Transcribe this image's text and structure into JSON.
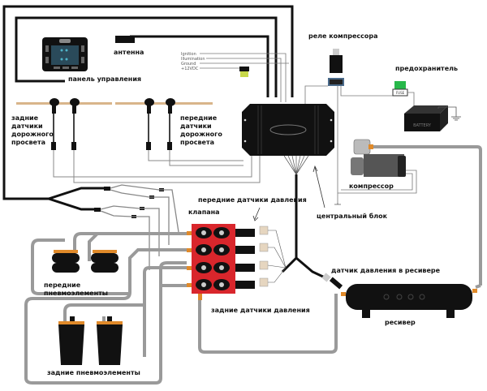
{
  "diagram": {
    "title": "Схема подключения пневмоподвески",
    "labels": {
      "control_panel": "панель управления",
      "antenna": "антенна",
      "compressor_relay": "реле компрессора",
      "fuse": "предохранитель",
      "rear_height_sensors": "задние\nдатчики\nдорожного\nпросвета",
      "front_height_sensors": "передние\nдатчики\nдорожного\nпросвета",
      "compressor": "компрессор",
      "central_unit": "центральный блок",
      "front_pressure_sensors": "передние датчики давления",
      "valves": "клапана",
      "front_air_springs": "передние\n   пневмоэлементы",
      "tank_pressure_sensor": "датчик давления в ресивере",
      "rear_pressure_sensors": "задние датчики давления",
      "air_tank": "ресивер",
      "rear_air_springs": "задние пневмоэлементы"
    },
    "wire_labels": [
      "Ignition",
      "Illumination",
      "Ground",
      "+12VDC"
    ],
    "battery_text": "BATTERY",
    "fuse_text": "FUSE",
    "colors": {
      "wire": "#111111",
      "air_line": "#9a9a9a",
      "valve_block": "#d9262c",
      "fitting": "#e08a2a",
      "fuse_cap": "#27b84a",
      "sensor_bar": "#d9b58a",
      "connector_yellow": "#c8d84a"
    }
  }
}
